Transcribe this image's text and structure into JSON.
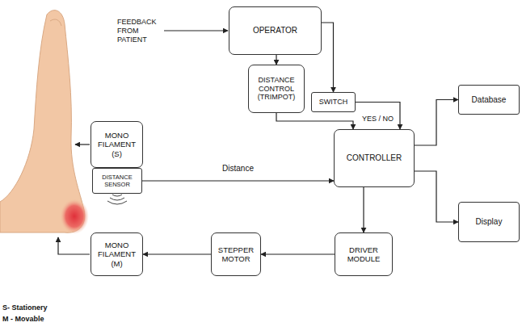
{
  "diagram": {
    "nodes": [
      {
        "text": [
          "OPERATOR"
        ]
      },
      {
        "text": [
          "DISTANCE CONTROL (TRIMPOT)"
        ]
      },
      {
        "text": [
          "SWITCH"
        ]
      },
      {
        "text": [
          "MONO FILAMENT (S)"
        ]
      },
      {
        "text": [
          "DISTANCE SENSOR"
        ]
      },
      {
        "text": [
          "CONTROLLER"
        ]
      },
      {
        "text": [
          "Database"
        ]
      },
      {
        "text": [
          "Display"
        ]
      },
      {
        "text": [
          "DRIVER MODULE"
        ]
      },
      {
        "text": [
          "STEPPER MOTOR"
        ]
      },
      {
        "text": [
          "MONO FILAMENT (M)"
        ]
      }
    ],
    "edges": [
      {
        "from": 0,
        "to": 1,
        "arrow": "to"
      },
      {
        "from": 0,
        "to": 2,
        "arrow": "to"
      },
      {
        "from": 1,
        "to": 5,
        "arrow": "to"
      },
      {
        "from": 2,
        "to": 5,
        "label": "YES / NO",
        "arrow": "to"
      },
      {
        "from": 4,
        "to": 5,
        "label": "Distance",
        "arrow": "to"
      },
      {
        "from": 5,
        "to": 6,
        "arrow": "to"
      },
      {
        "from": 5,
        "to": 7,
        "arrow": "to"
      },
      {
        "from": 5,
        "to": 8,
        "arrow": "to"
      },
      {
        "from": 8,
        "to": 9,
        "arrow": "to"
      },
      {
        "from": 9,
        "to": 10,
        "arrow": "to"
      }
    ],
    "labels": [
      "FEEDBACK FROM PATIENT",
      "S- Stationery",
      "M - Movable"
    ]
  }
}
